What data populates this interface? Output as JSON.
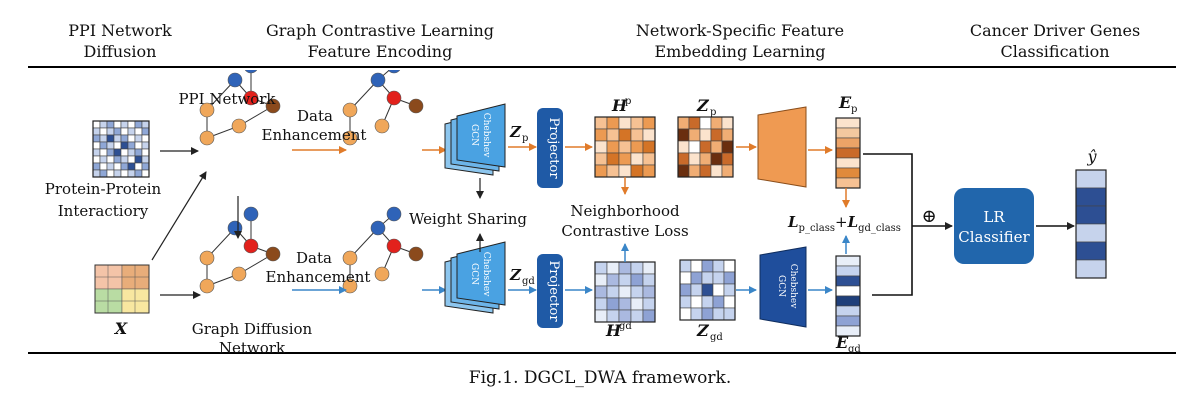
{
  "headers": [
    {
      "line1": "PPI Network",
      "line2": "Diffusion"
    },
    {
      "line1": "Graph Contrastive Learning",
      "line2": "Feature Encoding"
    },
    {
      "line1": "Network-Specific Feature",
      "line2": "Embedding Learning"
    },
    {
      "line1": "Cancer Driver Genes",
      "line2": "Classification"
    }
  ],
  "labels": {
    "ppi_network": "PPI Network",
    "protein_line1": "Protein-Protein",
    "protein_line2": "Interactiory",
    "x_symbol": "X",
    "data_enh_top_1": "Data",
    "data_enh_top_2": "Enhancement",
    "data_enh_bot_1": "Data",
    "data_enh_bot_2": "Enhancement",
    "gdn_line1": "Graph Diffusion",
    "gdn_line2": "Network",
    "gcn_label_1": "Chebshev",
    "gcn_label_2": "GCN",
    "weight_sharing": "Weight Sharing",
    "projector": "Projector",
    "z_symbol": "Z",
    "h_symbol": "H",
    "e_symbol": "E",
    "sub_p": "p",
    "sub_gd": "gd",
    "neighborhood_1": "Neighborhood",
    "neighborhood_2": "Contrastive Loss",
    "l_symbol": "L",
    "sub_p_class": "p_class",
    "sub_gd_class": "gd_class",
    "plus": "+",
    "oplus": "⊕",
    "lr_1": "LR",
    "lr_2": "Classifier",
    "y_hat": "ŷ"
  },
  "caption": "Fig.1.  DGCL_DWA framework.",
  "colors": {
    "orange": "#e07b2a",
    "blue": "#3a86c8",
    "node_orange": "#f0a75a",
    "node_blue": "#2f63b8",
    "node_red": "#e2211c",
    "node_brown": "#8b4a1c",
    "classifier": "#2166ac",
    "projector": "#1f5aa6"
  }
}
